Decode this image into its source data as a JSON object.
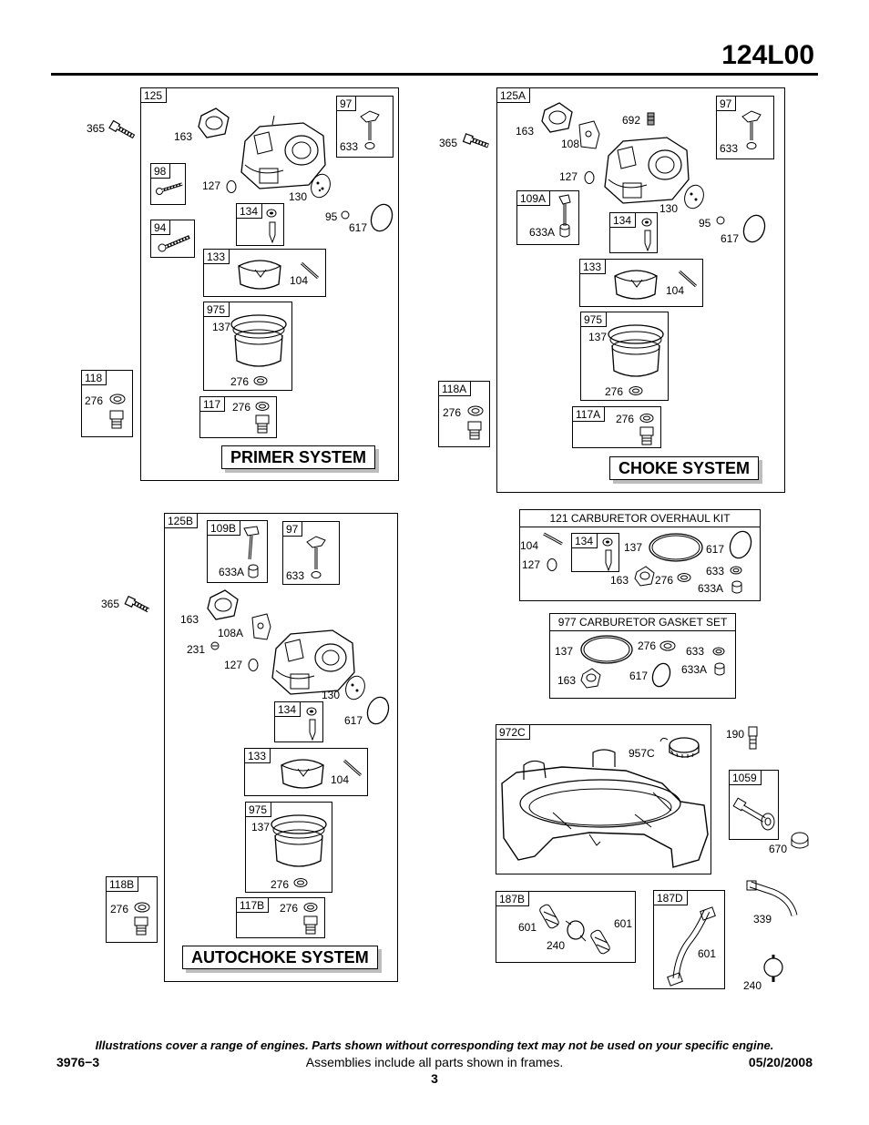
{
  "header": {
    "title": "124L00"
  },
  "primer": {
    "frame_tag": "125",
    "system_label": "PRIMER SYSTEM",
    "outside": {
      "bolt": "365",
      "kit118_tag": "118",
      "kit118_part": "276"
    },
    "parts": {
      "gasket": "163",
      "oring": "127",
      "plate": "130",
      "screw": "95",
      "seal": "617"
    },
    "kit97": {
      "tag": "97",
      "part": "633"
    },
    "kit98": {
      "tag": "98"
    },
    "kit94": {
      "tag": "94"
    },
    "kit134": {
      "tag": "134"
    },
    "kit133": {
      "tag": "133",
      "part": "104"
    },
    "kit975": {
      "tag": "975",
      "part_a": "137",
      "part_b": "276"
    },
    "kit117": {
      "tag": "117",
      "part": "276"
    }
  },
  "choke": {
    "frame_tag": "125A",
    "system_label": "CHOKE SYSTEM",
    "outside": {
      "bolt": "365",
      "kit118a_tag": "118A",
      "kit118a_part": "276"
    },
    "parts": {
      "gasket": "163",
      "shaft": "108",
      "spring": "692",
      "oring": "127",
      "plate": "130",
      "screw": "95",
      "seal": "617"
    },
    "kit97": {
      "tag": "97",
      "part": "633"
    },
    "kit109a": {
      "tag": "109A",
      "part": "633A"
    },
    "kit134": {
      "tag": "134"
    },
    "kit133": {
      "tag": "133",
      "part": "104"
    },
    "kit975": {
      "tag": "975",
      "part_a": "137",
      "part_b": "276"
    },
    "kit117a": {
      "tag": "117A",
      "part": "276"
    }
  },
  "autochoke": {
    "frame_tag": "125B",
    "system_label": "AUTOCHOKE SYSTEM",
    "outside": {
      "bolt": "365",
      "kit118b_tag": "118B",
      "kit118b_part": "276"
    },
    "parts": {
      "gasket": "163",
      "shaft": "108A",
      "screw231": "231",
      "oring": "127",
      "plate": "130",
      "seal": "617"
    },
    "kit109b": {
      "tag": "109B",
      "part": "633A"
    },
    "kit97": {
      "tag": "97",
      "part": "633"
    },
    "kit134": {
      "tag": "134"
    },
    "kit133": {
      "tag": "133",
      "part": "104"
    },
    "kit975": {
      "tag": "975",
      "part_a": "137",
      "part_b": "276"
    },
    "kit117b": {
      "tag": "117B",
      "part": "276"
    }
  },
  "overhaul_kit": {
    "title": "121 CARBURETOR OVERHAUL KIT",
    "inner_tag": "134",
    "labels": {
      "p104": "104",
      "p127": "127",
      "p137": "137",
      "p617": "617",
      "p163": "163",
      "p276": "276",
      "p633": "633",
      "p633a": "633A"
    }
  },
  "gasket_set": {
    "title": "977 CARBURETOR GASKET SET",
    "labels": {
      "p137": "137",
      "p276": "276",
      "p633": "633",
      "p163": "163",
      "p617": "617",
      "p633a": "633A"
    }
  },
  "tank": {
    "tag": "972C",
    "cap": "957C"
  },
  "fitting": {
    "tag": "1059",
    "p190": "190",
    "p670": "670"
  },
  "lines": {
    "b_tag": "187B",
    "b_p601a": "601",
    "b_p240": "240",
    "b_p601b": "601",
    "d_tag": "187D",
    "d_p601": "601",
    "p339": "339",
    "p240": "240"
  },
  "footer": {
    "note": "Illustrations cover a range of engines. Parts shown without corresponding text may not be used on your specific engine.",
    "left": "3976−3",
    "center": "Assemblies include all parts shown in frames.",
    "right": "05/20/2008",
    "page": "3"
  }
}
